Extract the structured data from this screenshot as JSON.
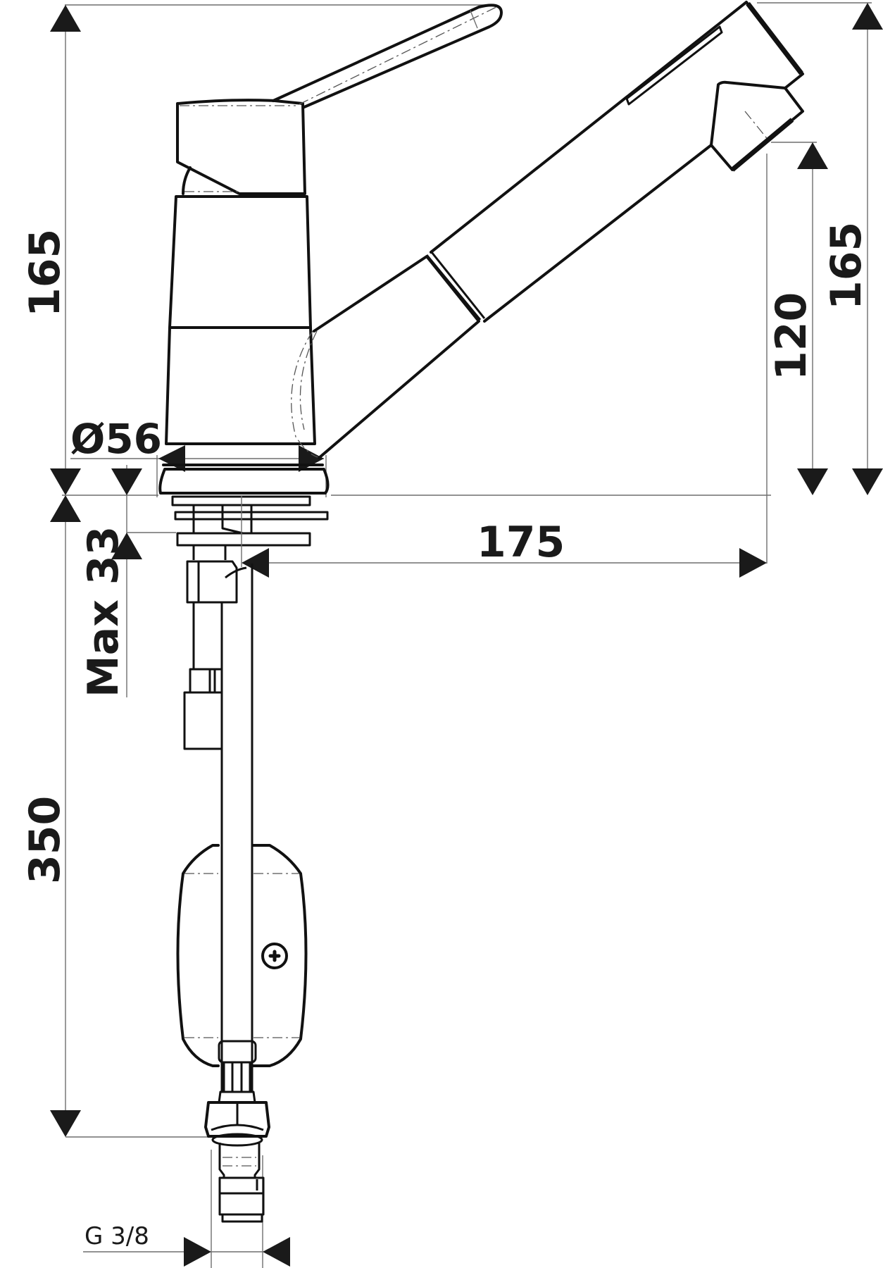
{
  "drawing": {
    "title": "Single lever kitchen mixer with pull-out spray - dimensional drawing",
    "units": "mm"
  },
  "dimensions": {
    "overall_height_left": "165",
    "overall_height_right": "165",
    "spout_outlet_height": "120",
    "spout_reach": "175",
    "base_diameter": "Ø56",
    "max_counter_thickness": "Max 33",
    "hose_length": "350",
    "connection_thread": "G 3/8"
  },
  "colors": {
    "line": "#111111",
    "dimension_line": "#6e6e6e",
    "arrow": "#1a1a1a",
    "background": "#ffffff"
  }
}
